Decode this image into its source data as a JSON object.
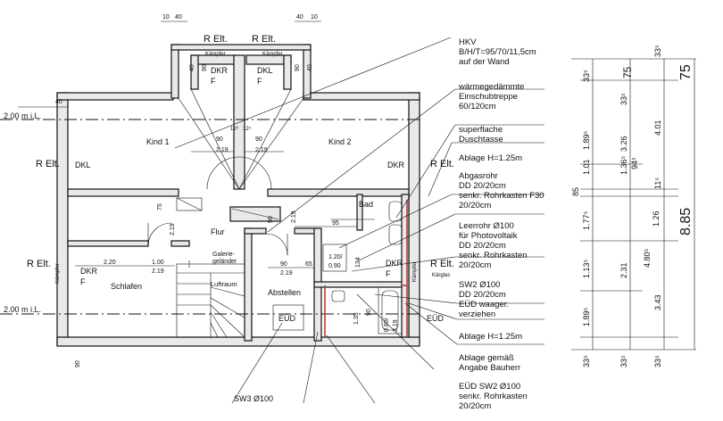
{
  "rooms": {
    "kind1": "Kind 1",
    "kind2": "Kind 2",
    "flur": "Flur",
    "schlafen": "Schlafen",
    "abstellen": "Abstellen",
    "bad": "Bad",
    "luftraum": "Luftraum",
    "galerie": "Galerie-\ngeländer"
  },
  "labels": {
    "relt": "R Elt.",
    "dkl": "DKL",
    "dkr": "DKR",
    "f": "F",
    "kaempfer": "Kämpfer",
    "kaempfer_side": "Kämpfer",
    "kaerglas": "Kärglas",
    "eud": "EÜD",
    "level_top": "2.00 m i.L.",
    "level_bottom": "2.00 m i.L.",
    "sw3": "SW3 Ø100"
  },
  "annotations": [
    {
      "lines": [
        "HKV",
        "B/H/T=95/70/11,5cm",
        "auf der Wand"
      ]
    },
    {
      "lines": [
        "wärmegedämmte",
        "Einschubtreppe",
        "60/120cm"
      ]
    },
    {
      "lines": [
        "superflache",
        "Duschtasse"
      ]
    },
    {
      "lines": [
        "Ablage H=1.25m"
      ]
    },
    {
      "lines": [
        "Abgasrohr",
        "DD 20/20cm",
        "senkr. Rohrkasten F30",
        "20/20cm"
      ]
    },
    {
      "lines": [
        "Leerrohr Ø100",
        "für Photovoltaik",
        "DD 20/20cm",
        "senkr. Rohrkasten",
        "20/20cm"
      ]
    },
    {
      "lines": [
        "SW2 Ø100",
        "DD 20/20cm",
        "EÜD waager.",
        "verziehen"
      ]
    },
    {
      "lines": [
        "Ablage H=1.25m"
      ]
    },
    {
      "lines": [
        "Ablage gemäß",
        "Angabe Bauherr"
      ]
    },
    {
      "lines": [
        "EÜD SW2 Ø100",
        "senkr. Rohrkasten",
        "20/20cm"
      ]
    }
  ],
  "dims": {
    "d10": "10",
    "d40": "40",
    "d90": "90",
    "d219": "2.19",
    "d12": "12⁵",
    "d95": "95",
    "d65": "65",
    "d120": "1.20/",
    "d090": "0.90",
    "d080": "0.80/",
    "d220": "2.20",
    "d100": "1.00",
    "d75": "75",
    "d134": "134",
    "d11": "11⁵",
    "d135": "1.35"
  },
  "right_dims": {
    "col1": [
      "33⁵",
      "1.89⁵",
      "1.01",
      "85",
      "1.77⁵",
      "1.13⁵",
      "1.89⁵",
      "33⁵"
    ],
    "col2": [
      "75",
      "33⁵",
      "3.26",
      "1.36⁵",
      "94⁵",
      "2.31",
      "33⁵"
    ],
    "col3": [
      "33⁵",
      "4.01",
      "11⁵",
      "1.26",
      "4.80⁵",
      "3.43",
      "33⁵"
    ],
    "col4": [
      "75",
      "8.85"
    ]
  }
}
